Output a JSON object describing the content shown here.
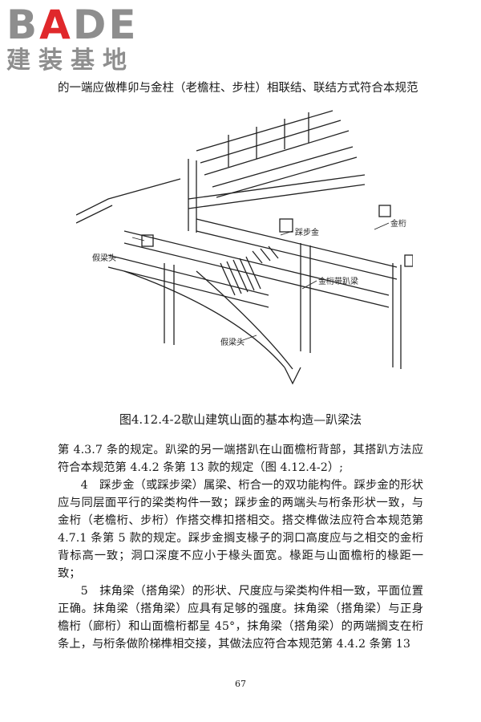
{
  "logo": {
    "word_prefix": "B",
    "word_accent": "A",
    "word_suffix": "DE",
    "subtitle": "建装基地"
  },
  "top_line": "的一端应做榫卯与金柱（老檐柱、步柱）相联结、联结方式符合本规范",
  "figure": {
    "labels": {
      "jinheng": "金桁",
      "caibujin": "踩步金",
      "jinheng_pa": "金桁带趴梁",
      "jialiangtou_left": "假梁头",
      "jialiangtou_bottom": "假梁头"
    },
    "caption": "图4.12.4-2歇山建筑山面的基本构造—趴梁法"
  },
  "paragraphs": [
    "第 4.3.7 条的规定。趴梁的另一端搭趴在山面檐桁背部，其搭趴方法应符合本规范第 4.4.2 条第 13 款的规定（图 4.12.4-2）;",
    "4　踩步金（或踩步梁）属梁、桁合一的双功能构件。踩步金的形状应与同层面平行的梁类构件一致；踩步金的两端头与桁条形状一致，与金桁（老檐桁、步桁）作搭交榫扣搭相交。搭交榫做法应符合本规范第 4.7.1 条第 5 款的规定。踩步金搁支椽子的洞口高度应与之相交的金桁背标高一致；洞口深度不应小于椽头面宽。椽距与山面檐桁的椽距一致；",
    "5　抹角梁（搭角梁）的形状、尺度应与梁类构件相一致，平面位置正确。抹角梁（搭角梁）应具有足够的强度。抹角梁（搭角梁）与正身檐桁（廊桁）和山面檐桁都呈 45°，抹角梁（搭角梁）的两端搁支在桁条上，与桁条做阶梯榫相交接，其做法应符合本规范第 4.4.2 条第 13"
  ],
  "page_number": "67"
}
